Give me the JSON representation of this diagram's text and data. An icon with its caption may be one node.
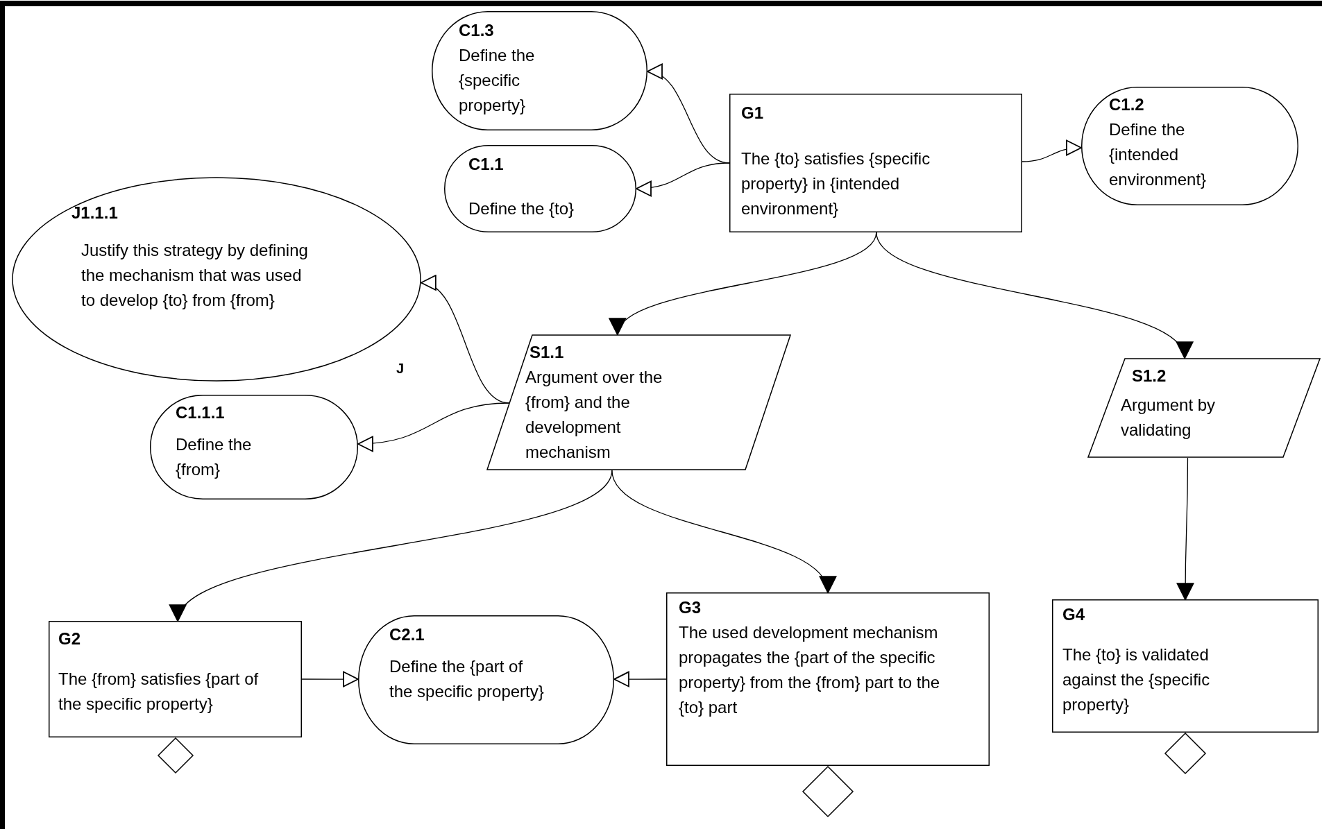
{
  "diagram": {
    "nodes": [
      {
        "text": [
          "C1.3",
          "Define the {specific property}"
        ]
      },
      {
        "text": [
          "G1",
          "The {to} satisfies {specific property} in {intended environment}"
        ]
      },
      {
        "text": [
          "C1.2",
          "Define the {intended environment}"
        ]
      },
      {
        "text": [
          "C1.1",
          "Define the {to}"
        ]
      },
      {
        "text": [
          "J1.1.1",
          "Justify this strategy by defining the mechanism that was used to develop {to} from {from}"
        ],
        "beside": [
          "J"
        ]
      },
      {
        "text": [
          "S1.1",
          "Argument over the {from} and the development mechanism"
        ]
      },
      {
        "text": [
          "C1.1.1",
          "Define the {from}"
        ]
      },
      {
        "text": [
          "S1.2",
          "Argument by validating"
        ]
      },
      {
        "text": [
          "G2",
          "The {from} satisfies {part of the specific property}"
        ]
      },
      {
        "text": [
          "C2.1",
          "Define the {part of the specific property}"
        ]
      },
      {
        "text": [
          "G3",
          "The used development mechanism propagates the {part of the specific property} from the {from} part to the {to} part"
        ]
      },
      {
        "text": [
          "G4",
          "The {to} is validated against the {specific property}"
        ]
      },
      {
        "text": [],
        "shape": "diamond"
      },
      {
        "text": [],
        "shape": "diamond"
      },
      {
        "text": [],
        "shape": "diamond"
      }
    ],
    "edges": [
      {
        "from": 1,
        "to": 0,
        "arrow": "to"
      },
      {
        "from": 1,
        "to": 3,
        "arrow": "to"
      },
      {
        "from": 1,
        "to": 2,
        "arrow": "to"
      },
      {
        "from": 1,
        "to": 5,
        "arrow": "to"
      },
      {
        "from": 1,
        "to": 7,
        "arrow": "to"
      },
      {
        "from": 5,
        "to": 4,
        "arrow": "to"
      },
      {
        "from": 5,
        "to": 6,
        "arrow": "to"
      },
      {
        "from": 5,
        "to": 8,
        "arrow": "to"
      },
      {
        "from": 5,
        "to": 10,
        "arrow": "to"
      },
      {
        "from": 7,
        "to": 11,
        "arrow": "to"
      },
      {
        "from": 8,
        "to": 9,
        "arrow": "to"
      },
      {
        "from": 10,
        "to": 9,
        "arrow": "to"
      }
    ]
  }
}
